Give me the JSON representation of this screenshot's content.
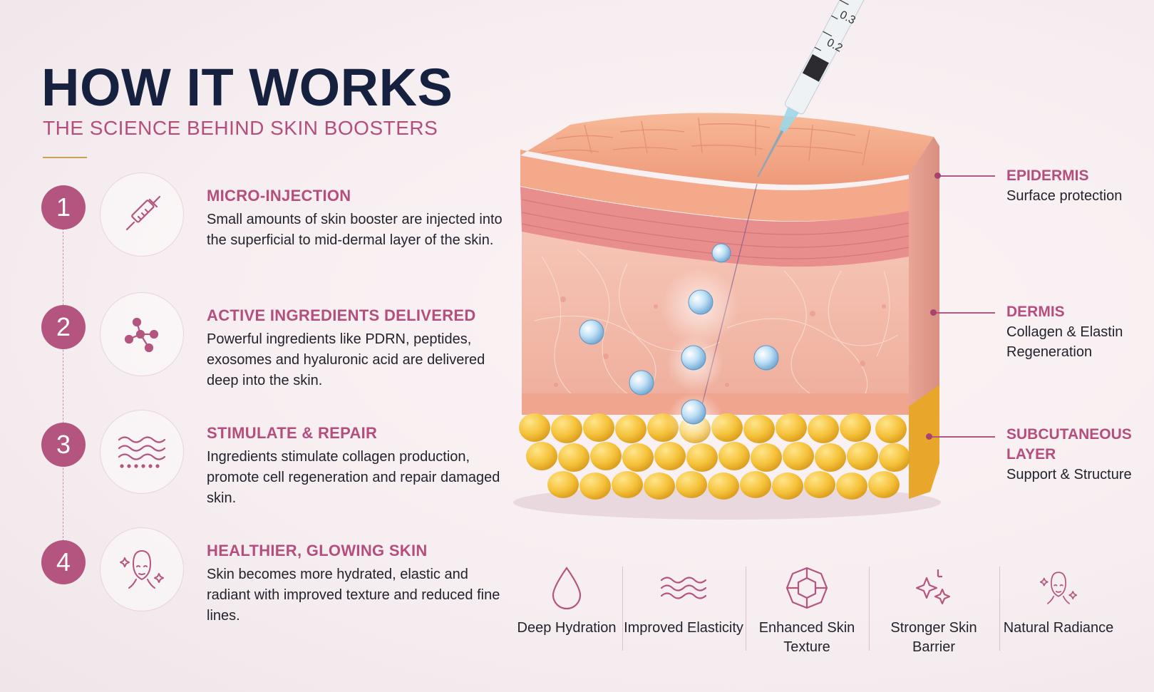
{
  "header": {
    "title": "HOW IT WORKS",
    "subtitle": "THE SCIENCE BEHIND SKIN BOOSTERS"
  },
  "steps": [
    {
      "number": "1",
      "icon": "syringe-icon",
      "title": "MICRO-INJECTION",
      "desc": "Small amounts of skin booster are injected into the superficial to mid-dermal layer of the skin."
    },
    {
      "number": "2",
      "icon": "molecule-icon",
      "title": "ACTIVE INGREDIENTS DELIVERED",
      "desc": "Powerful ingredients like PDRN, peptides, exosomes and hyaluronic acid are delivered deep into the skin."
    },
    {
      "number": "3",
      "icon": "waves-icon",
      "title": "STIMULATE & REPAIR",
      "desc": "Ingredients stimulate collagen production, promote cell regeneration and repair damaged skin."
    },
    {
      "number": "4",
      "icon": "face-sparkle-icon",
      "title": "HEALTHIER, GLOWING SKIN",
      "desc": "Skin becomes more hydrated, elastic and radiant with improved texture and reduced fine lines."
    }
  ],
  "syringe_markings": [
    "0.3",
    "0.2"
  ],
  "layers": [
    {
      "name": "EPIDERMIS",
      "desc": "Surface protection"
    },
    {
      "name": "DERMIS",
      "desc": "Collagen & Elastin Regeneration"
    },
    {
      "name": "SUBCUTANEOUS LAYER",
      "desc": "Support & Structure"
    }
  ],
  "benefits": [
    {
      "icon": "droplet-icon",
      "label": "Deep Hydration"
    },
    {
      "icon": "elastic-waves-icon",
      "label": "Improved Elasticity"
    },
    {
      "icon": "texture-polygon-icon",
      "label": "Enhanced Skin Texture"
    },
    {
      "icon": "sparkles-icon",
      "label": "Stronger Skin Barrier"
    },
    {
      "icon": "radiant-face-icon",
      "label": "Natural Radiance"
    }
  ],
  "colors": {
    "navy": "#16203f",
    "accent": "#b44f7d",
    "gold": "#c9a34e",
    "skin_top": "#f3a888",
    "dermis": "#f2b3a3",
    "fat": "#f2bd3a"
  }
}
